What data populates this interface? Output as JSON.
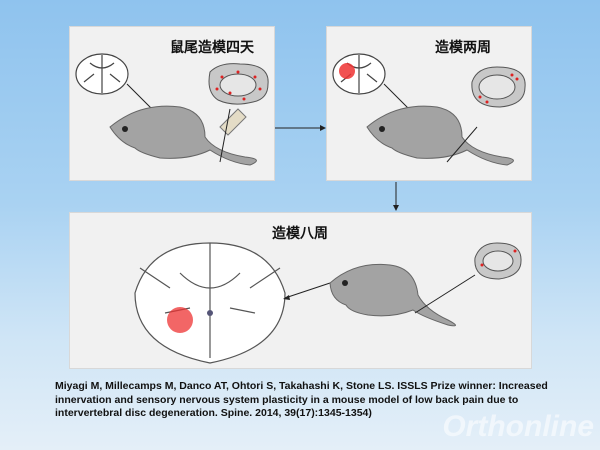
{
  "panels": [
    {
      "title": "鼠尾造模四天"
    },
    {
      "title": "造模两周"
    },
    {
      "title": "造模八周"
    }
  ],
  "citation": "Miyagi M, Millecamps M, Danco AT, Ohtori S, Takahashi K, Stone LS. ISSLS Prize winner: Increased innervation and sensory nervous system plasticity in a mouse model of low back pain due to intervertebral disc degeneration. Spine. 2014, 39(17):1345-1354)",
  "watermark": "Orthonline"
}
